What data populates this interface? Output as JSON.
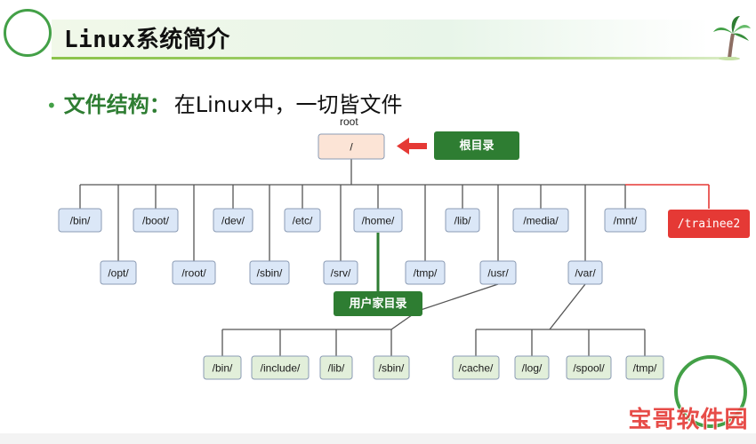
{
  "slide": {
    "title": "Linux系统简介",
    "bullet_key": "文件结构",
    "bullet_sep": "：",
    "bullet_text": "在Linux中，一切皆文件"
  },
  "diagram": {
    "root_caption": "root",
    "root_label": "/",
    "root_callout": "根目录",
    "home_callout": "用户家目录",
    "top_level": [
      "/bin/",
      "/boot/",
      "/dev/",
      "/etc/",
      "/home/",
      "/lib/",
      "/media/",
      "/mnt/"
    ],
    "second_level": [
      "/opt/",
      "/root/",
      "/sbin/",
      "/srv/",
      "/tmp/",
      "/usr/",
      "/var/"
    ],
    "extra_node": "/trainee2",
    "usr_children": [
      "/bin/",
      "/include/",
      "/lib/",
      "/sbin/"
    ],
    "var_children": [
      "/cache/",
      "/log/",
      "/spool/",
      "/tmp/"
    ],
    "colors": {
      "root_fill": "#fce4d6",
      "node_fill": "#dbe7f7",
      "child_fill": "#e2efda",
      "callout_green": "#2e7d32",
      "highlight_red": "#e53935",
      "accent_green": "#43a047"
    }
  },
  "watermark": {
    "text": "宝哥软件园"
  }
}
